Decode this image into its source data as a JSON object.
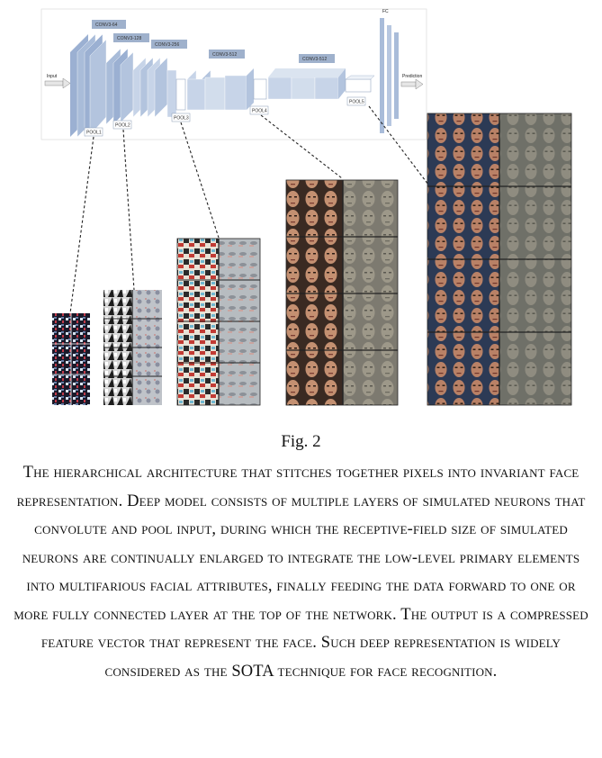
{
  "architecture": {
    "input_label": "Input",
    "prediction_label": "Prediction",
    "fc_label": "FC",
    "conv_labels": [
      "CONV3-64",
      "CONV3-128",
      "CONV3-256",
      "CONV3-512",
      "CONV3-512"
    ],
    "pool_labels": [
      "POOL1",
      "POOL2",
      "POOL3",
      "POOL4",
      "POOL5"
    ]
  },
  "figure_label": "Fig. 2",
  "caption": "The hierarchical architecture that stitches together pixels into invariant face representation. Deep model consists of multiple layers of simulated neurons that convolute and pool input, during which the receptive-field size of simulated neurons are continually enlarged to integrate the low-level primary elements into multifarious facial attributes, finally feeding the data forward to one or more fully connected layer at the top of the network. The output is a compressed feature vector that represent the face. Such deep representation is widely considered as the SOTA technique for face recognition.",
  "colors": {
    "block_front": "#a9bcd9",
    "block_side": "#8ea5c8",
    "block_top": "#cfdaea",
    "label_box": "#9fb1cc",
    "panel_border": "#222222"
  }
}
